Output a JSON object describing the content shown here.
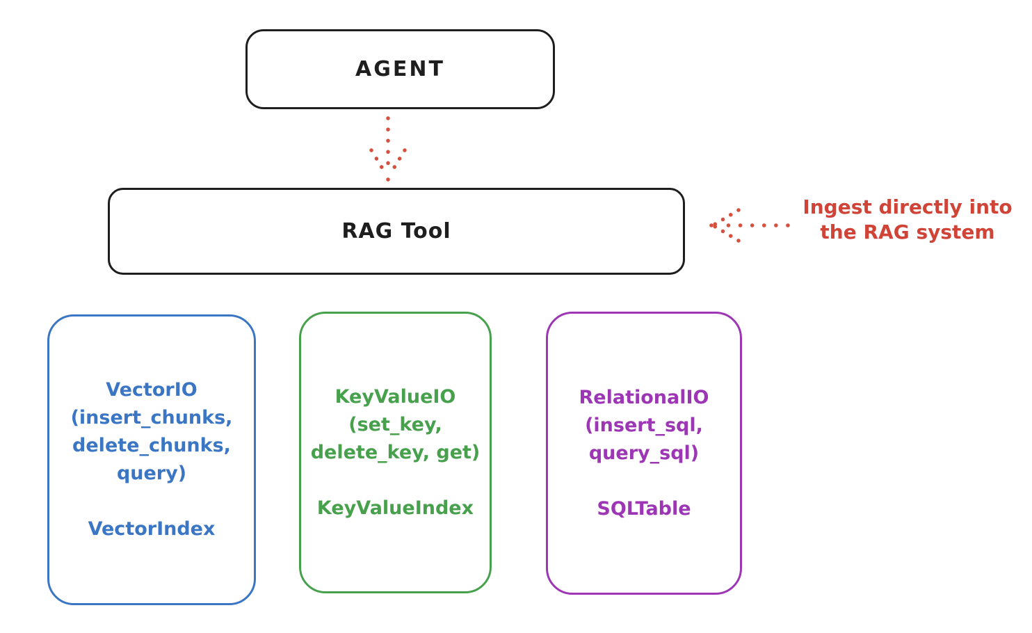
{
  "agent": {
    "label": "AGENT"
  },
  "rag_tool": {
    "label": "RAG Tool"
  },
  "annotation": {
    "lines": [
      "Ingest directly into",
      "the RAG system"
    ],
    "color": "#cf4437"
  },
  "arrows": [
    {
      "name": "agent-to-rag-arrow",
      "style": "dotted",
      "direction": "down",
      "color": "#d4513f"
    },
    {
      "name": "ingest-annotation-arrow",
      "style": "dotted",
      "direction": "left",
      "color": "#d4513f"
    }
  ],
  "stores": [
    {
      "title": "VectorIO",
      "methods": [
        "(insert_chunks,",
        "delete_chunks,",
        "query)"
      ],
      "index": "VectorIndex",
      "color": "#3b76c4"
    },
    {
      "title": "KeyValueIO",
      "methods": [
        "(set_key,",
        "delete_key, get)"
      ],
      "index": "KeyValueIndex",
      "color": "#47a04b"
    },
    {
      "title": "RelationalIO",
      "methods": [
        "(insert_sql,",
        "query_sql)"
      ],
      "index": "SQLTable",
      "color": "#9c36b5"
    }
  ],
  "colors": {
    "stroke_black": "#1e1e1e",
    "background": "#ffffff"
  }
}
